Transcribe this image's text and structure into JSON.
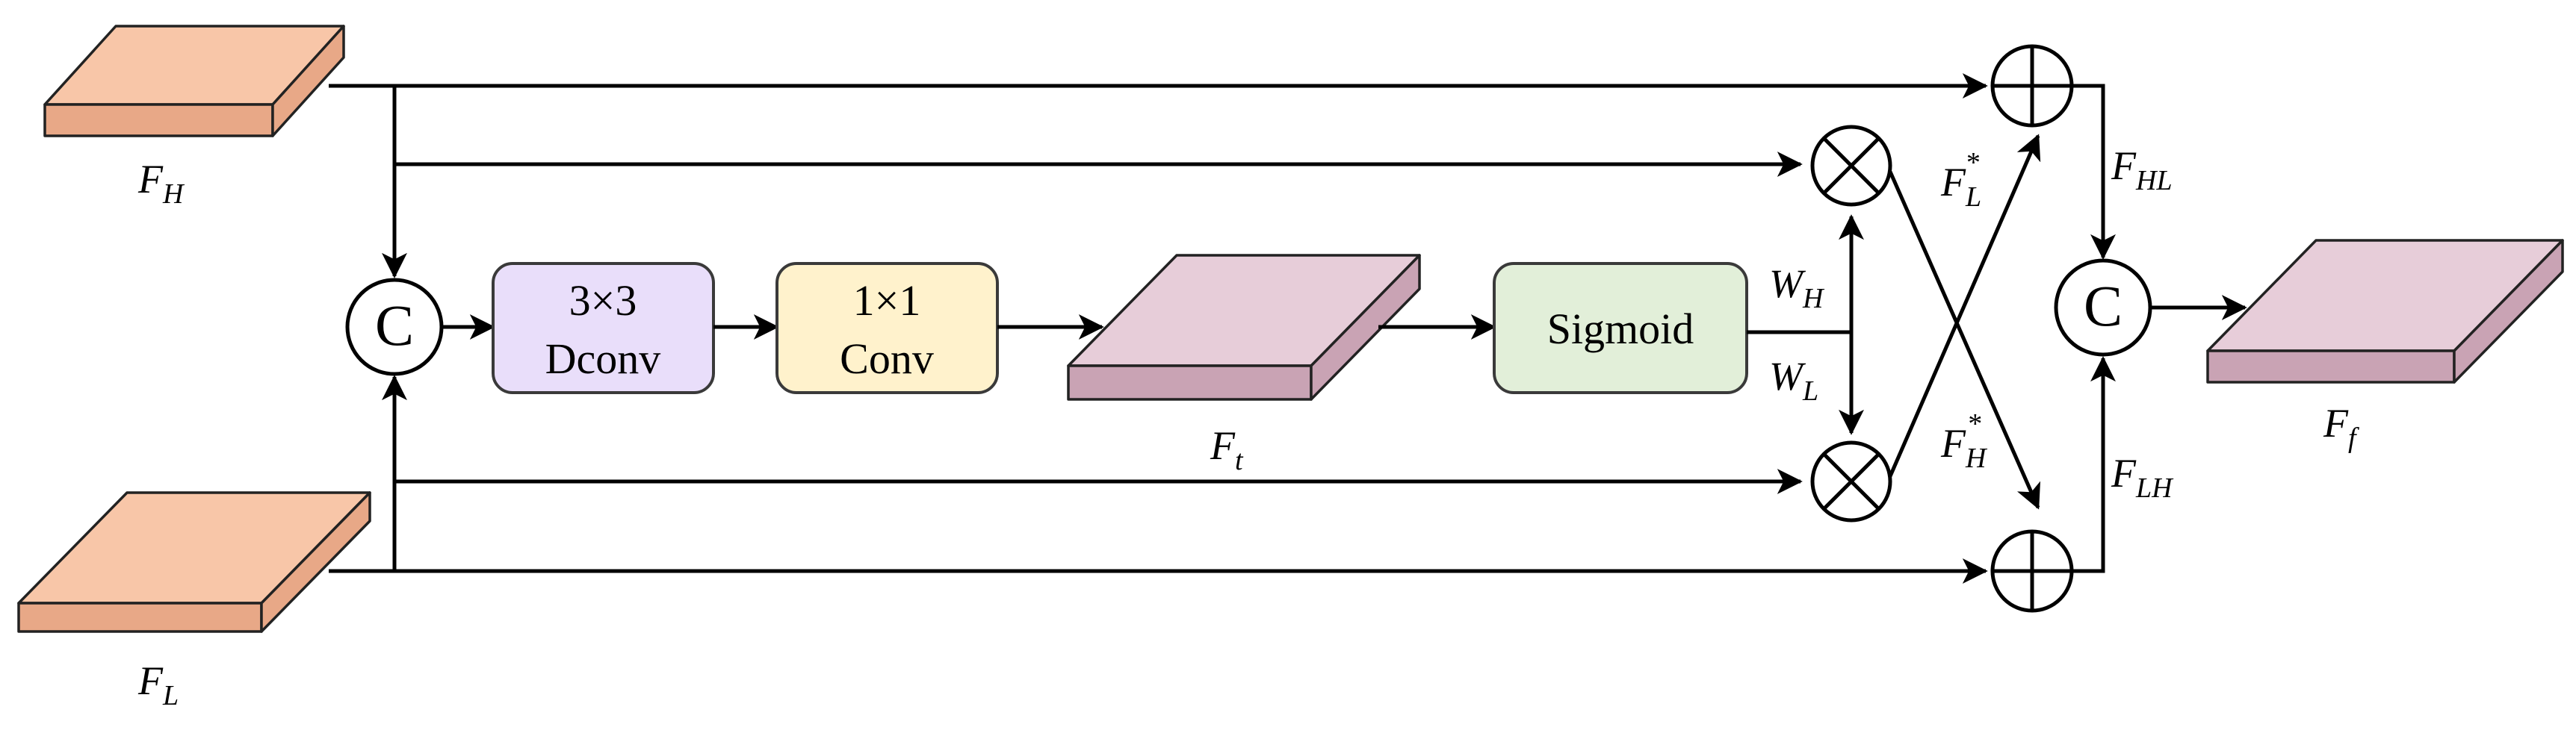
{
  "inputs": {
    "high": {
      "base": "F",
      "sub": "H"
    },
    "low": {
      "base": "F",
      "sub": "L"
    }
  },
  "blocks": {
    "dconv": {
      "line1": "3×3",
      "line2": "Dconv",
      "color": "#e9defa"
    },
    "conv": {
      "line1": "1×1",
      "line2": "Conv",
      "color": "#fff2cc"
    },
    "sigmoid": {
      "label": "Sigmoid",
      "color": "#e2efd9"
    }
  },
  "features": {
    "ft": {
      "base": "F",
      "sub": "t"
    },
    "ff": {
      "base": "F",
      "sub": "f"
    }
  },
  "weights": {
    "wh": {
      "base": "W",
      "sub": "H"
    },
    "wl": {
      "base": "W",
      "sub": "L"
    }
  },
  "cross": {
    "fl_star": {
      "base": "F",
      "sub": "L",
      "sup": "*"
    },
    "fh_star": {
      "base": "F",
      "sub": "H",
      "sup": "*"
    }
  },
  "sums": {
    "fhl": {
      "base": "F",
      "sub": "HL"
    },
    "flh": {
      "base": "F",
      "sub": "LH"
    }
  },
  "operators": {
    "concat": "C"
  },
  "colors": {
    "input_slab": "#f8c6a8",
    "input_slab_side": "#e8a887",
    "feature_slab": "#e7cdd9",
    "feature_slab_side": "#c9a3b4"
  }
}
